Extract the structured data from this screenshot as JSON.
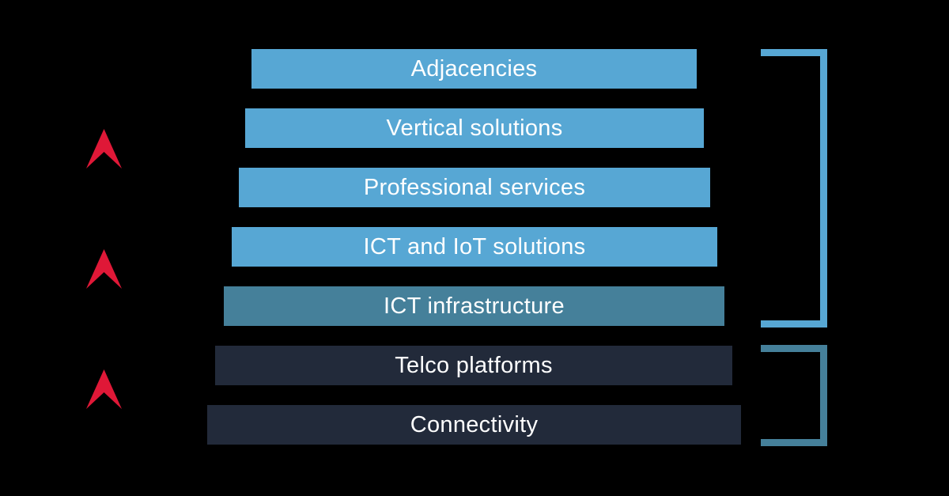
{
  "colors": {
    "background": "#000000",
    "layer_light_blue": "#57a7d4",
    "layer_teal": "#45809a",
    "layer_dark_navy": "#222a3a",
    "chevron_red": "#df1837",
    "bracket_upper": "#57a7d4",
    "bracket_lower": "#45809a",
    "label_text": "#ffffff"
  },
  "layers": [
    {
      "label": "Adjacencies",
      "color": "#57a7d4"
    },
    {
      "label": "Vertical solutions",
      "color": "#57a7d4"
    },
    {
      "label": "Professional services",
      "color": "#57a7d4"
    },
    {
      "label": "ICT and IoT solutions",
      "color": "#57a7d4"
    },
    {
      "label": "ICT infrastructure",
      "color": "#45809a"
    },
    {
      "label": "Telco platforms",
      "color": "#222a3a"
    },
    {
      "label": "Connectivity",
      "color": "#222a3a"
    }
  ],
  "icons": {
    "up_chevrons": [
      {
        "name": "up-chevron-icon",
        "color": "#df1837"
      },
      {
        "name": "up-chevron-icon",
        "color": "#df1837"
      },
      {
        "name": "up-chevron-icon",
        "color": "#df1837"
      }
    ]
  },
  "brackets": {
    "upper": {
      "grouped_layers": [
        "Adjacencies",
        "Vertical solutions",
        "Professional services",
        "ICT and IoT solutions",
        "ICT infrastructure"
      ],
      "color": "#57a7d4"
    },
    "lower": {
      "grouped_layers": [
        "Telco platforms",
        "Connectivity"
      ],
      "color": "#45809a"
    }
  }
}
